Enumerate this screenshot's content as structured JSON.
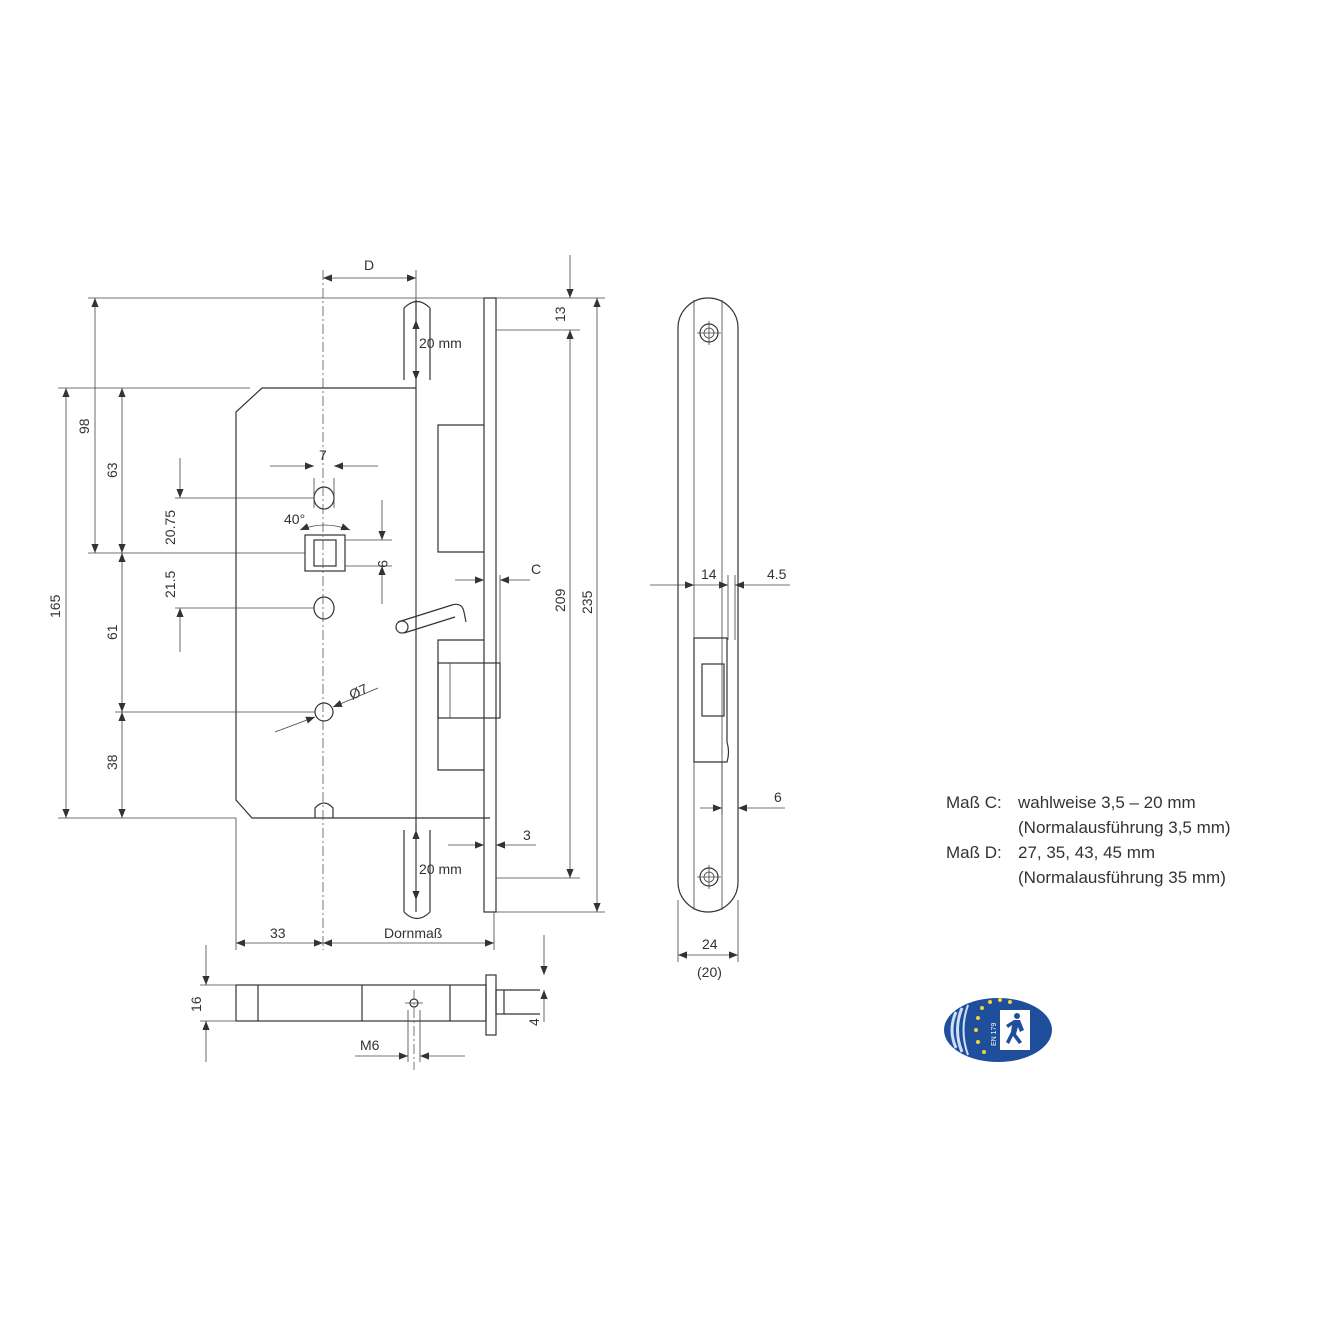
{
  "dimensions": {
    "d": "D",
    "twenty_top": "20 mm",
    "thirteen": "13",
    "ninety_eight": "98",
    "sixty_three": "63",
    "seven": "7",
    "twenty_75": "20.75",
    "forty_deg": "40°",
    "nine": "9",
    "twenty_one_5": "21.5",
    "c": "C",
    "two_hundred_nine": "209",
    "two_hundred_thirty_five": "235",
    "one_sixty_five": "165",
    "sixty_one": "61",
    "diameter_seven": "Ø7",
    "thirty_eight": "38",
    "three": "3",
    "twenty_bottom": "20 mm",
    "thirty_three": "33",
    "dornmass": "Dornmaß",
    "sixteen": "16",
    "four": "4",
    "m6": "M6",
    "fourteen": "14",
    "four_5": "4.5",
    "six": "6",
    "twenty_four": "24",
    "twenty_paren": "(20)"
  },
  "notes": {
    "mass_c_label": "Maß C:",
    "mass_c_value": "wahlweise 3,5 – 20 mm",
    "mass_c_sub": "(Normalausführung 3,5 mm)",
    "mass_d_label": "Maß D:",
    "mass_d_value": "27, 35, 43, 45 mm",
    "mass_d_sub": "(Normalausführung 35 mm)"
  },
  "logo": {
    "text": "EN 179",
    "colors": {
      "primary": "#1f4e9c",
      "star": "#f3d23a",
      "light": "#cfe1f5"
    }
  }
}
